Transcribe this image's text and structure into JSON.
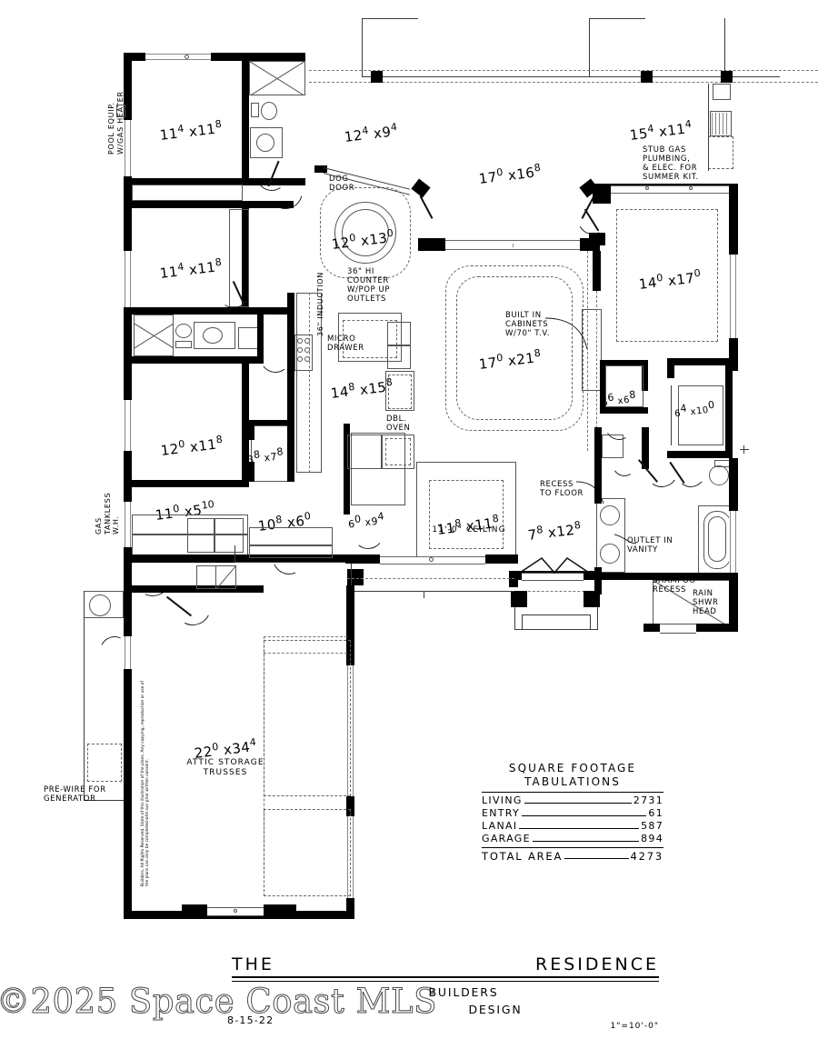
{
  "document": {
    "type": "architectural-floor-plan",
    "watermark": "©2025 Space Coast MLS"
  },
  "title_block": {
    "the": "THE",
    "residence": "RESIDENCE",
    "builders": "BUILDERS",
    "design": "DESIGN",
    "date": "8-15-22",
    "scale": "1\"=10'-0\""
  },
  "tabulations": {
    "title_line1": "SQUARE FOOTAGE",
    "title_line2": "TABULATIONS",
    "rows": [
      {
        "label": "LIVING",
        "value": "2731"
      },
      {
        "label": "ENTRY",
        "value": "61"
      },
      {
        "label": "LANAI",
        "value": "587"
      },
      {
        "label": "GARAGE",
        "value": "894"
      }
    ],
    "total_label": "TOTAL AREA",
    "total_value": "4273"
  },
  "rooms": [
    {
      "name": "bedroom-2",
      "w": "11",
      "ws": "4",
      "d": "11",
      "ds": "8"
    },
    {
      "name": "bedroom-3",
      "w": "11",
      "ws": "4",
      "d": "11",
      "ds": "8"
    },
    {
      "name": "bedroom-4",
      "w": "12",
      "ws": "0",
      "d": "11",
      "ds": "8"
    },
    {
      "name": "lanai-left",
      "w": "12",
      "ws": "4",
      "d": "9",
      "ds": "4"
    },
    {
      "name": "lanai-center",
      "w": "17",
      "ws": "0",
      "d": "16",
      "ds": "8"
    },
    {
      "name": "lanai-right",
      "w": "15",
      "ws": "4",
      "d": "11",
      "ds": "4"
    },
    {
      "name": "dining",
      "w": "12",
      "ws": "0",
      "d": "13",
      "ds": "0"
    },
    {
      "name": "kitchen",
      "w": "14",
      "ws": "8",
      "d": "15",
      "ds": "8"
    },
    {
      "name": "great-room",
      "w": "17",
      "ws": "0",
      "d": "21",
      "ds": "8"
    },
    {
      "name": "master-bedroom",
      "w": "14",
      "ws": "0",
      "d": "17",
      "ds": "0"
    },
    {
      "name": "master-closet-1",
      "w": "6",
      "ws": "6",
      "d": "6",
      "ds": "8"
    },
    {
      "name": "master-closet-2",
      "w": "6",
      "ws": "4",
      "d": "10",
      "ds": "0"
    },
    {
      "name": "study",
      "w": "11",
      "ws": "8",
      "d": "11",
      "ds": "8"
    },
    {
      "name": "foyer",
      "w": "7",
      "ws": "8",
      "d": "12",
      "ds": "8"
    },
    {
      "name": "laundry",
      "w": "11",
      "ws": "0",
      "d": "5",
      "ds": "10"
    },
    {
      "name": "pantry-walk",
      "w": "10",
      "ws": "8",
      "d": "6",
      "ds": "0"
    },
    {
      "name": "closet-small",
      "w": "3",
      "ws": "8",
      "d": "7",
      "ds": "8"
    },
    {
      "name": "pantry-2",
      "w": "6",
      "ws": "0",
      "d": "9",
      "ds": "4"
    },
    {
      "name": "garage",
      "w": "22",
      "ws": "0",
      "d": "34",
      "ds": "4"
    }
  ],
  "labels": {
    "study_ceiling": "11'-0\" CEILING",
    "garage_line1": "ATTIC STORAGE",
    "garage_line2": "TRUSSES"
  },
  "notes": [
    {
      "name": "pool-equip-note",
      "text": "POOL EQUIP.\nW/GAS HEATER"
    },
    {
      "name": "gas-tankless-note",
      "text": "GAS\nTANKLESS\nW.H."
    },
    {
      "name": "pre-wire-note",
      "text": "PRE-WIRE FOR\nGENERATOR"
    },
    {
      "name": "dog-door-note",
      "text": "DOG\nDOOR"
    },
    {
      "name": "counter-note",
      "text": "36\" HI\nCOUNTER\nW/POP UP\nOUTLETS"
    },
    {
      "name": "micro-drawer-note",
      "text": "MICRO\nDRAWER"
    },
    {
      "name": "dbl-oven-note",
      "text": "DBL.\nOVEN"
    },
    {
      "name": "induction-note",
      "text": "36\" INDUCTION"
    },
    {
      "name": "built-in-cab-note",
      "text": "BUILT IN\nCABINETS\nW/70\" T.V."
    },
    {
      "name": "stub-gas-note",
      "text": "STUB GAS\nPLUMBING,\n& ELEC. FOR\nSUMMER KIT."
    },
    {
      "name": "recess-floor-note",
      "text": "RECESS\nTO FLOOR"
    },
    {
      "name": "outlet-vanity-note",
      "text": "OUTLET IN\nVANITY"
    },
    {
      "name": "shampoo-note",
      "text": "SHAMPOO\nRECESS"
    },
    {
      "name": "rain-head-note",
      "text": "RAIN\nSHWR\nHEAD"
    },
    {
      "name": "copyright-vertical",
      "text": "Builders, All Rights Reserved. State of this illustration of the plans. Any copying, reproduction or use of the plans can only be completed with our prior written consent."
    }
  ]
}
